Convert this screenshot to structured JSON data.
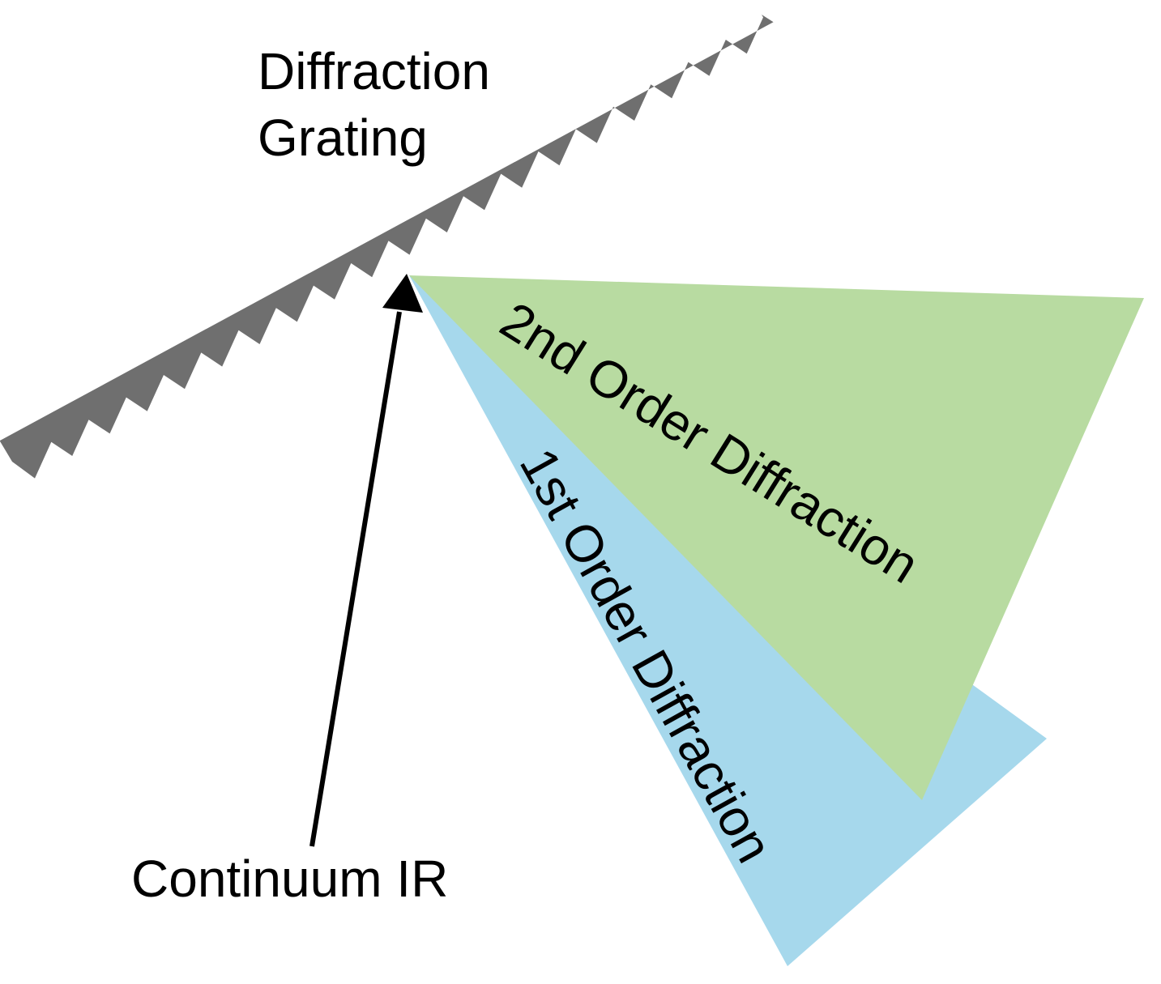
{
  "grating": {
    "label_line1": "Diffraction",
    "label_line2": "Grating",
    "color": "#6f6f6f",
    "teeth": 20
  },
  "beams": {
    "first_order": {
      "label": "1st Order Diffraction",
      "color": "#a6d8ec"
    },
    "second_order": {
      "label": "2nd Order Diffraction",
      "color": "#b8dba1"
    }
  },
  "source": {
    "label": "Continuum IR",
    "arrow_color": "#000000"
  }
}
